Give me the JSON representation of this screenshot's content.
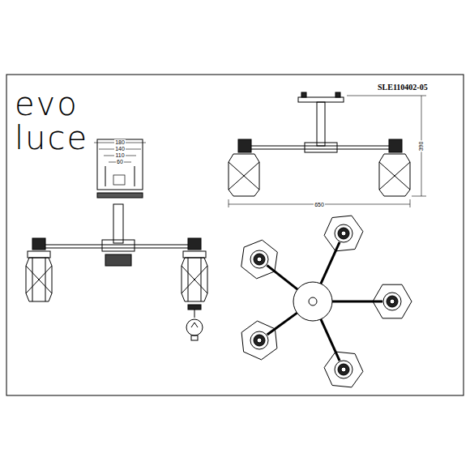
{
  "diagram": {
    "labels": [
      "evo",
      "luce",
      "SLE110402-05",
      "180",
      "140",
      "110",
      "60",
      "390",
      "650"
    ]
  }
}
